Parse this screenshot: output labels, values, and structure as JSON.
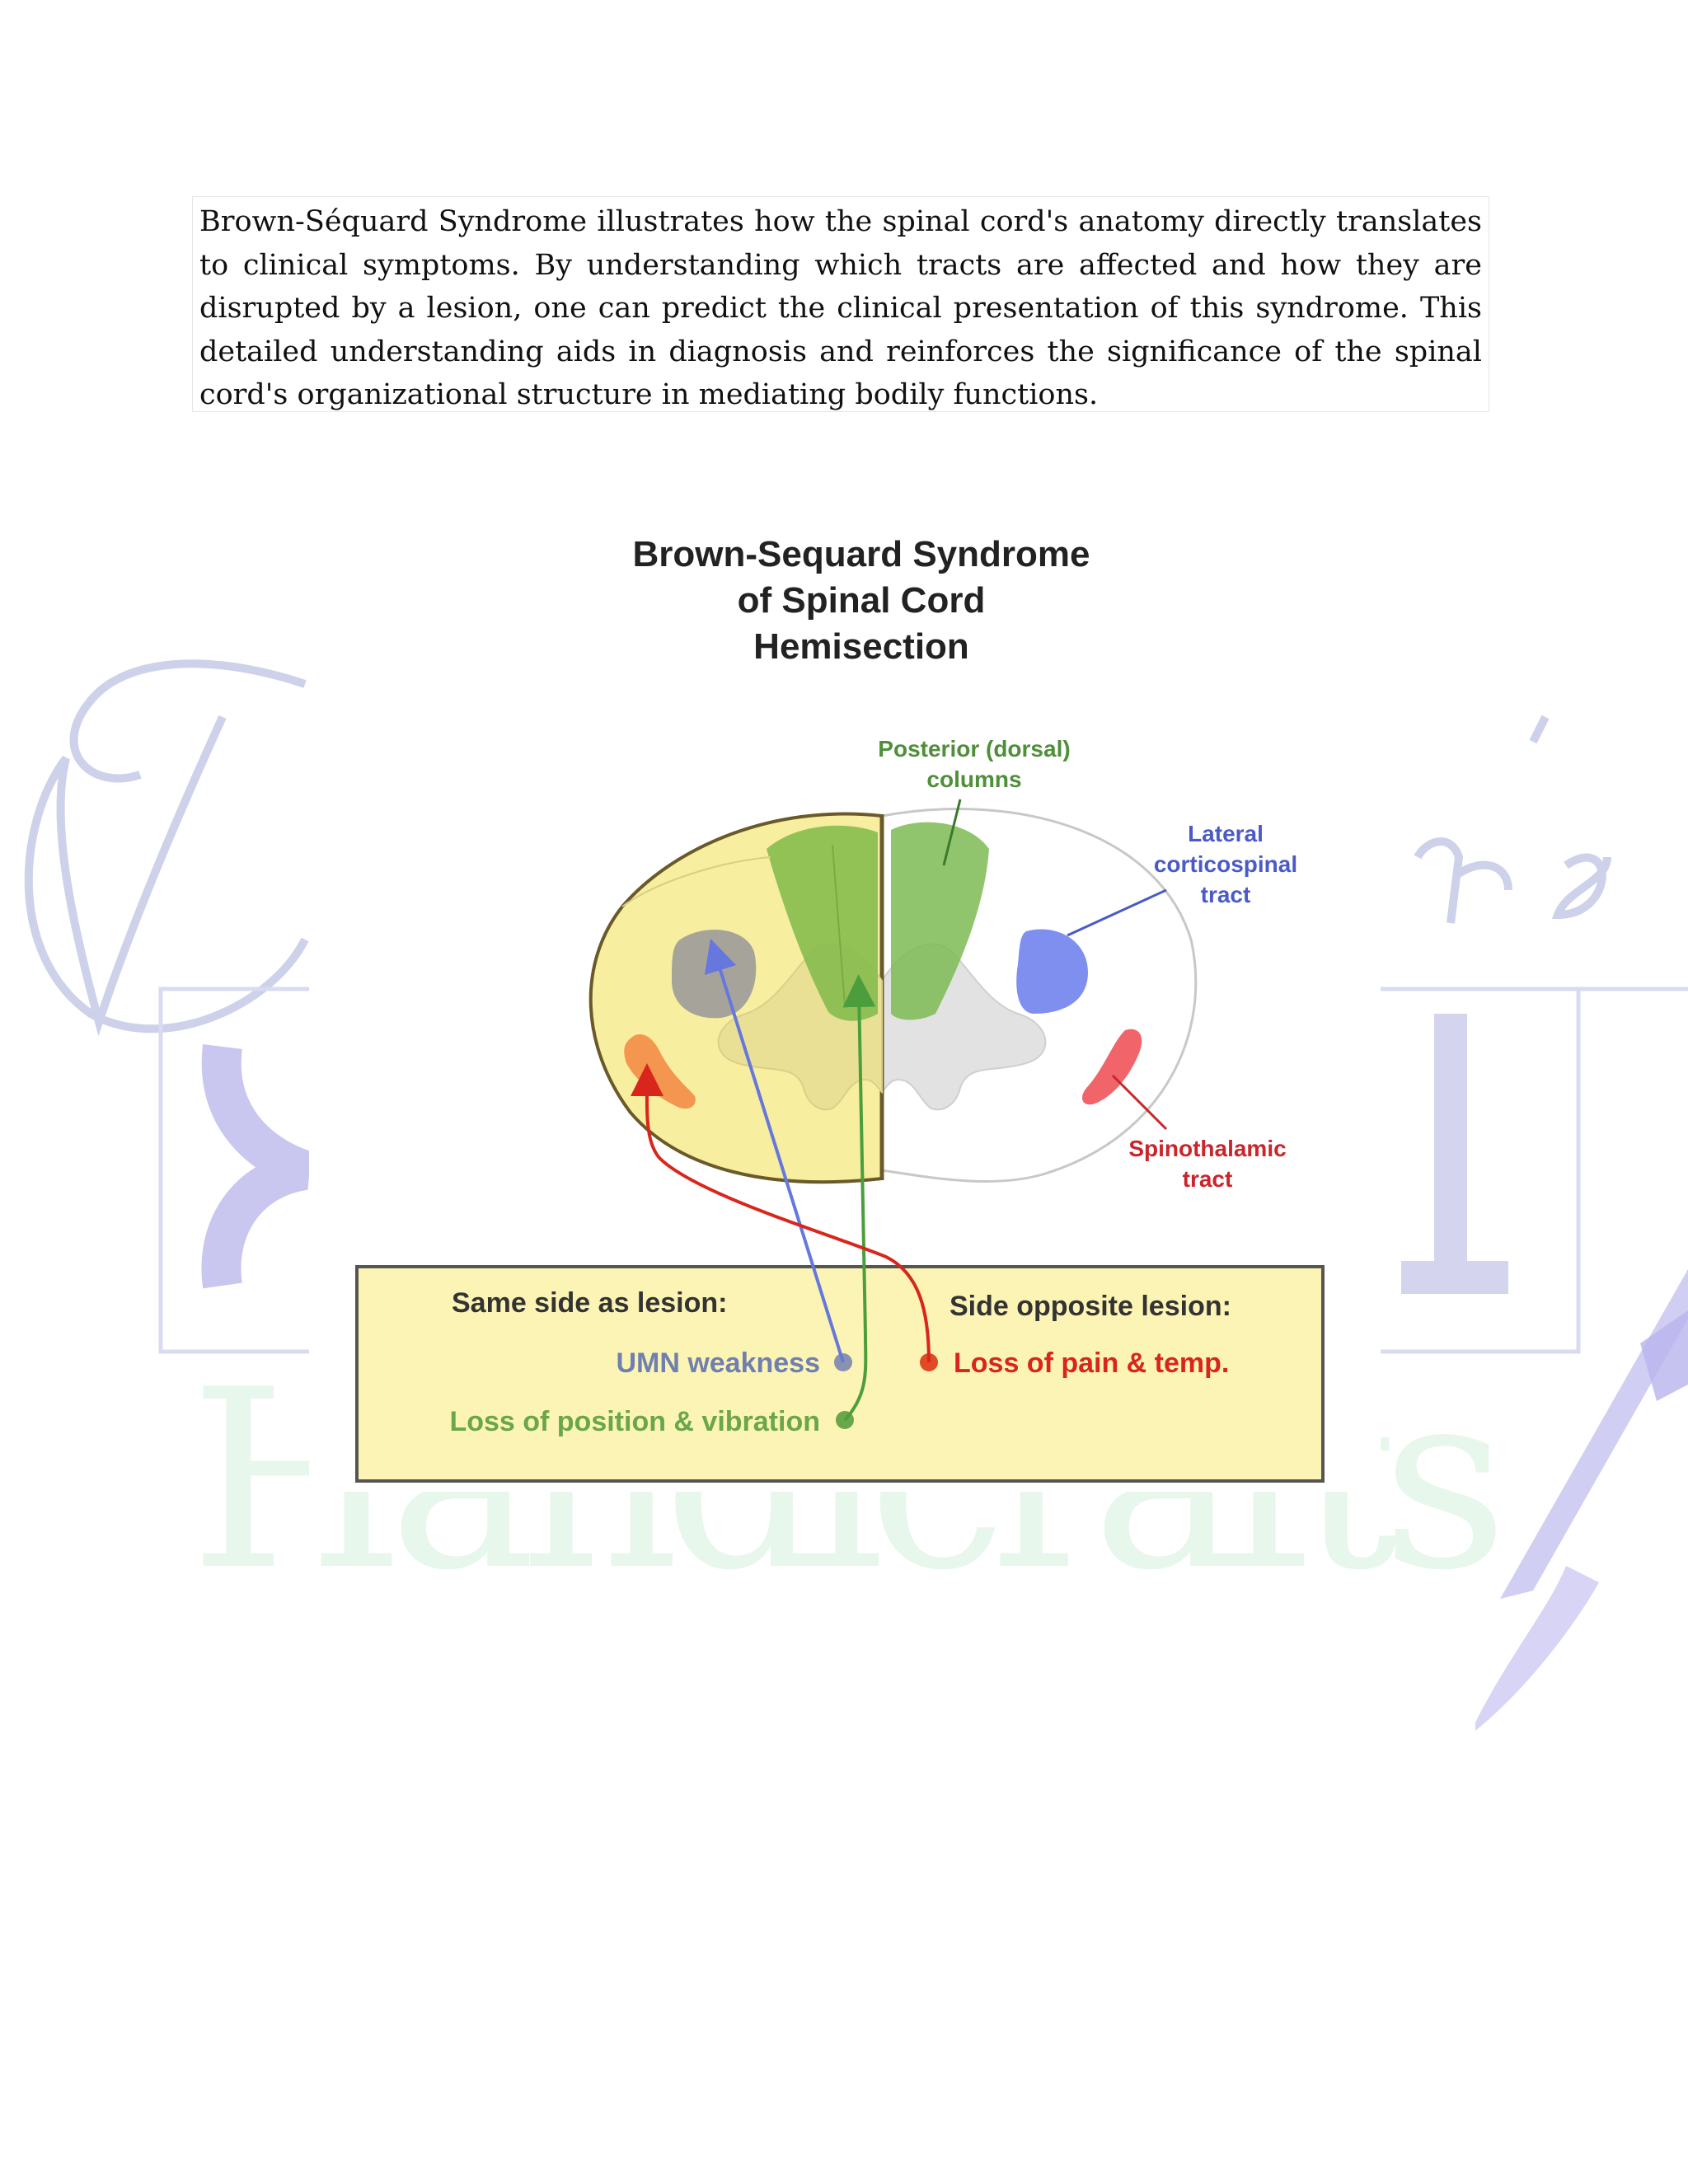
{
  "paragraph": "Brown-Séquard Syndrome illustrates how the spinal cord's anatomy directly translates to clinical symptoms. By understanding which tracts are affected and how they are disrupted by a lesion, one can predict the clinical presentation of this syndrome. This detailed understanding aids in diagnosis and reinforces the significance of the spinal cord's organizational structure in mediating bodily functions.",
  "figure": {
    "title": [
      "Brown-Sequard Syndrome",
      "of Spinal Cord",
      "Hemisection"
    ],
    "labels": {
      "posterior": [
        "Posterior (dorsal)",
        "columns"
      ],
      "lateral": [
        "Lateral",
        "corticospinal",
        "tract"
      ],
      "spinothalamic": [
        "Spinothalamic",
        "tract"
      ]
    },
    "legend": {
      "same_side_heading": "Same side as lesion:",
      "opposite_side_heading": "Side opposite lesion:",
      "umn": "UMN weakness",
      "position": "Loss of position & vibration",
      "pain": "Loss of pain & temp."
    },
    "colors": {
      "hemisection_fill": "#f7ee9f",
      "dorsal_columns": "#7dbb55",
      "corticospinal": "#7f8ff0",
      "spinothalamic": "#f0646a",
      "legend_box": "#fcf4b4",
      "umn_text": "#6f7fb0",
      "position_text": "#6aa64a",
      "pain_text": "#d8261c"
    }
  },
  "watermark": {
    "logo_text": "Doctor's Skill Handicrafts"
  }
}
